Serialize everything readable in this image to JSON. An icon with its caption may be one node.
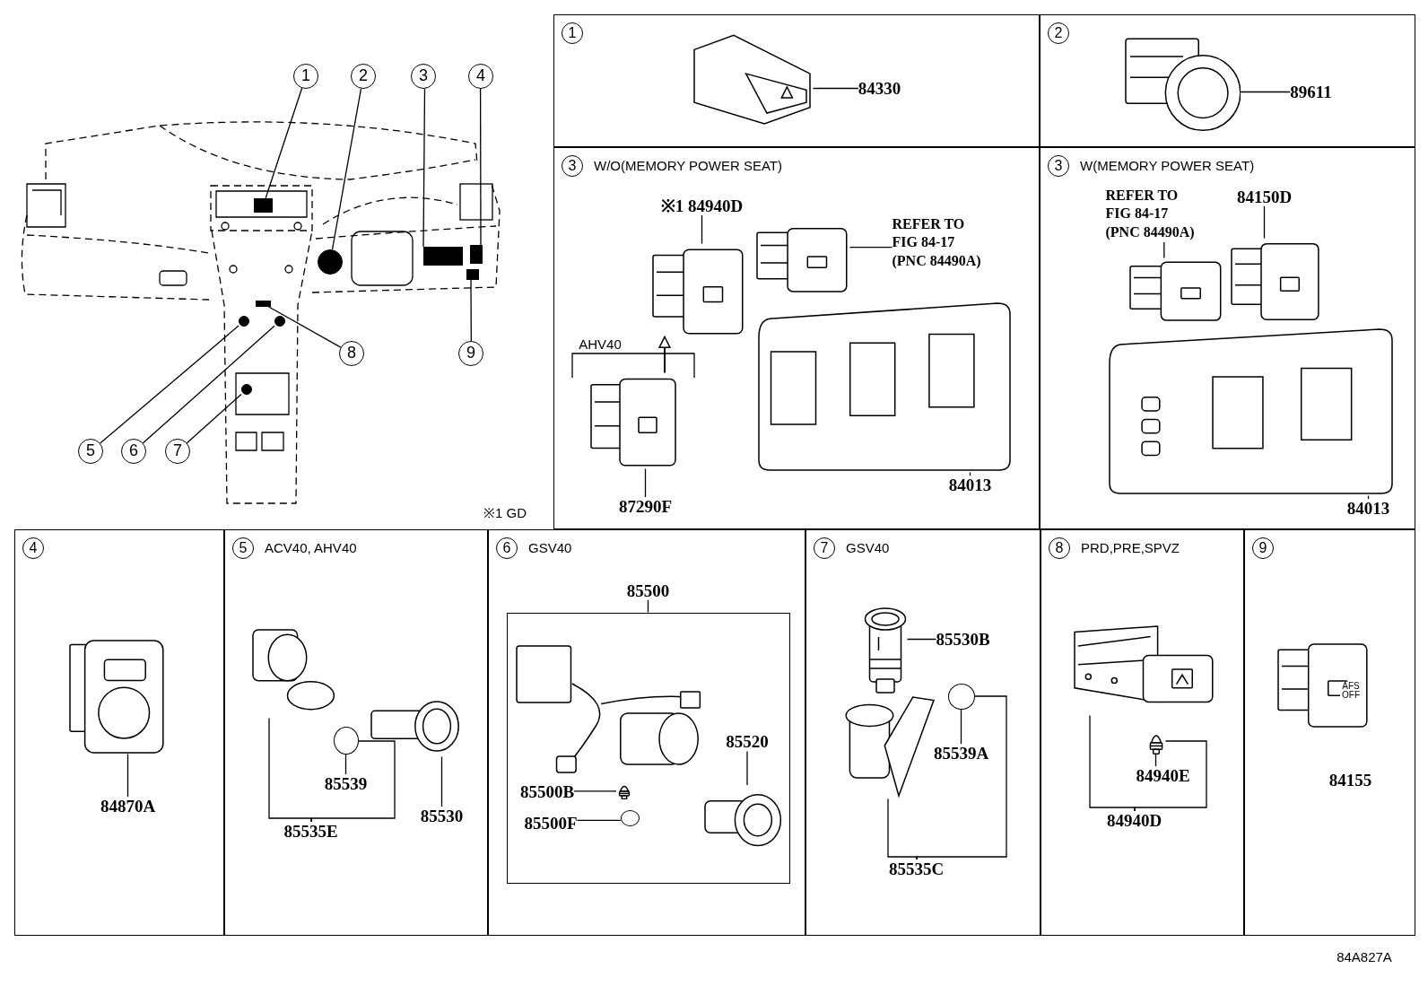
{
  "diagram": {
    "nodes": [
      {
        "text": [
          "1"
        ]
      },
      {
        "text": [
          "2"
        ]
      },
      {
        "text": [
          "3"
        ]
      },
      {
        "text": [
          "4"
        ]
      },
      {
        "text": [
          "5"
        ]
      },
      {
        "text": [
          "6"
        ]
      },
      {
        "text": [
          "7"
        ]
      },
      {
        "text": [
          "8"
        ]
      },
      {
        "text": [
          "9"
        ]
      },
      {
        "text": [
          "1"
        ]
      },
      {
        "text": [],
        "shape": "picture",
        "in": 9
      },
      {
        "text": [
          "84330"
        ],
        "in": 9
      },
      {
        "text": [
          "2"
        ]
      },
      {
        "text": [],
        "shape": "picture",
        "in": 12
      },
      {
        "text": [
          "89611"
        ],
        "in": 12
      },
      {
        "text": [
          "3",
          "W/O(MEMORY POWER SEAT)"
        ]
      },
      {
        "text": [
          "※1 84940D"
        ],
        "in": 15
      },
      {
        "text": [],
        "shape": "picture",
        "in": 15
      },
      {
        "text": [],
        "shape": "picture",
        "in": 15
      },
      {
        "text": [
          "REFER TO FIG 84-17 (PNC 84490A)"
        ],
        "in": 15
      },
      {
        "text": [],
        "shape": "picture",
        "in": 15
      },
      {
        "text": [
          "87290F"
        ],
        "in": 15
      },
      {
        "text": [],
        "shape": "picture",
        "in": 15
      },
      {
        "text": [
          "84013"
        ],
        "in": 15
      },
      {
        "text": [
          "3",
          "W(MEMORY POWER SEAT)"
        ]
      },
      {
        "text": [
          "REFER TO FIG 84-17 (PNC 84490A)"
        ],
        "in": 24
      },
      {
        "text": [],
        "shape": "picture",
        "in": 24
      },
      {
        "text": [
          "84150D"
        ],
        "in": 24
      },
      {
        "text": [],
        "shape": "picture",
        "in": 24
      },
      {
        "text": [],
        "shape": "picture",
        "in": 24
      },
      {
        "text": [
          "84013"
        ],
        "in": 24
      },
      {
        "text": [
          "4"
        ]
      },
      {
        "text": [],
        "shape": "picture",
        "in": 31
      },
      {
        "text": [
          "84870A"
        ],
        "in": 31
      },
      {
        "text": [
          "5",
          "ACV40, AHV40"
        ]
      },
      {
        "text": [],
        "shape": "picture",
        "in": 34
      },
      {
        "text": [],
        "shape": "circle",
        "in": 34
      },
      {
        "text": [
          "85539"
        ],
        "in": 34
      },
      {
        "text": [
          "85535E"
        ],
        "in": 34
      },
      {
        "text": [],
        "shape": "picture",
        "in": 34
      },
      {
        "text": [
          "85530"
        ],
        "in": 34
      },
      {
        "text": [
          "6",
          "GSV40"
        ]
      },
      {
        "text": [
          "85500"
        ],
        "in": 41
      },
      {
        "text": [],
        "shape": "box",
        "in": 41
      },
      {
        "text": [],
        "shape": "picture",
        "in": 43
      },
      {
        "text": [
          "85500B"
        ],
        "in": 43
      },
      {
        "text": [],
        "shape": "picture",
        "in": 43
      },
      {
        "text": [
          "85500F"
        ],
        "in": 43
      },
      {
        "text": [],
        "shape": "circle",
        "in": 43
      },
      {
        "text": [
          "85520"
        ],
        "in": 43
      },
      {
        "text": [],
        "shape": "picture",
        "in": 43
      },
      {
        "text": [
          "7",
          "GSV40"
        ]
      },
      {
        "text": [],
        "shape": "picture",
        "in": 51
      },
      {
        "text": [
          "85530B"
        ],
        "in": 51
      },
      {
        "text": [],
        "shape": "circle",
        "in": 51
      },
      {
        "text": [
          "85539A"
        ],
        "in": 51
      },
      {
        "text": [],
        "shape": "picture",
        "in": 51
      },
      {
        "text": [
          "85535C"
        ],
        "in": 51
      },
      {
        "text": [
          "8",
          "PRD,PRE,SPVZ"
        ]
      },
      {
        "text": [],
        "shape": "picture",
        "in": 58
      },
      {
        "text": [],
        "shape": "picture",
        "in": 58
      },
      {
        "text": [
          "84940E"
        ],
        "in": 58
      },
      {
        "text": [
          "84940D"
        ],
        "in": 58
      },
      {
        "text": [
          "9"
        ]
      },
      {
        "text": [],
        "shape": "picture",
        "in": 63
      },
      {
        "text": [
          "84155"
        ],
        "in": 63
      },
      {
        "text": [],
        "shape": "box"
      },
      {
        "text": [],
        "shape": "circle"
      },
      {
        "text": [],
        "shape": "box"
      },
      {
        "text": [],
        "shape": "box"
      },
      {
        "text": [],
        "shape": "circle"
      },
      {
        "text": [],
        "shape": "circle"
      },
      {
        "text": [],
        "shape": "circle"
      },
      {
        "text": [],
        "shape": "box"
      },
      {
        "text": [],
        "shape": "box"
      }
    ],
    "edges": [
      {
        "from": 0,
        "to": 66,
        "arrow": "none"
      },
      {
        "from": 1,
        "to": 67,
        "arrow": "none"
      },
      {
        "from": 2,
        "to": 68,
        "arrow": "none"
      },
      {
        "from": 3,
        "to": 69,
        "arrow": "none"
      },
      {
        "from": 4,
        "to": 70,
        "arrow": "none"
      },
      {
        "from": 5,
        "to": 71,
        "arrow": "none"
      },
      {
        "from": 6,
        "to": 72,
        "arrow": "none"
      },
      {
        "from": 7,
        "to": 73,
        "arrow": "none"
      },
      {
        "from": 8,
        "to": 74,
        "arrow": "none"
      },
      {
        "from": 11,
        "to": 10,
        "arrow": "none"
      },
      {
        "from": 14,
        "to": 13,
        "arrow": "none"
      },
      {
        "from": 16,
        "to": 17,
        "arrow": "none"
      },
      {
        "from": 19,
        "to": 18,
        "arrow": "none"
      },
      {
        "from": 20,
        "to": 17,
        "arrow": "to"
      },
      {
        "from": 21,
        "to": 20,
        "arrow": "none"
      },
      {
        "from": 23,
        "to": 22,
        "arrow": "none"
      },
      {
        "from": 25,
        "to": 26,
        "arrow": "none"
      },
      {
        "from": 27,
        "to": 28,
        "arrow": "none"
      },
      {
        "from": 30,
        "to": 29,
        "arrow": "none"
      },
      {
        "from": 33,
        "to": 32,
        "arrow": "none"
      },
      {
        "from": 37,
        "to": 36,
        "arrow": "none"
      },
      {
        "from": 38,
        "to": 35,
        "arrow": "none"
      },
      {
        "from": 38,
        "to": 36,
        "arrow": "none"
      },
      {
        "from": 40,
        "to": 39,
        "arrow": "none"
      },
      {
        "from": 42,
        "to": 43,
        "arrow": "none"
      },
      {
        "from": 45,
        "to": 46,
        "arrow": "none"
      },
      {
        "from": 47,
        "to": 48,
        "arrow": "none"
      },
      {
        "from": 49,
        "to": 50,
        "arrow": "none"
      },
      {
        "from": 53,
        "to": 52,
        "arrow": "none"
      },
      {
        "from": 55,
        "to": 54,
        "arrow": "none"
      },
      {
        "from": 57,
        "to": 56,
        "arrow": "none"
      },
      {
        "from": 57,
        "to": 54,
        "arrow": "none"
      },
      {
        "from": 61,
        "to": 60,
        "arrow": "none"
      },
      {
        "from": 62,
        "to": 59,
        "arrow": "none"
      },
      {
        "from": 62,
        "to": 60,
        "arrow": "none"
      }
    ],
    "labels": [
      "AHV40",
      "※1 GD",
      "AFS OFF",
      "84A827A"
    ]
  }
}
